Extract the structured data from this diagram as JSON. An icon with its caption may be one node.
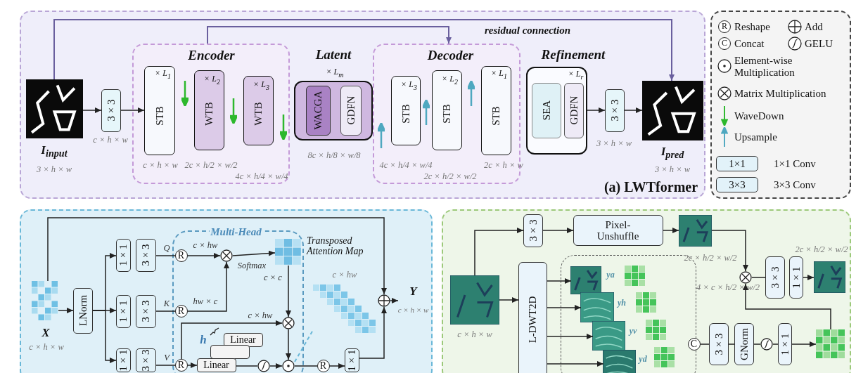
{
  "diagram": {
    "nodes": [
      {
        "text": [
          "(a) LWTformer"
        ]
      },
      {
        "text": [],
        "shape": "picture",
        "in": 0,
        "beside": [
          "I$_{input}$",
          "3 × h × w"
        ]
      },
      {
        "text": [
          "3×3"
        ],
        "in": 0,
        "beside": [
          "c × h × w"
        ]
      },
      {
        "text": [
          "Encoder"
        ],
        "in": 0
      },
      {
        "text": [
          "× L$_{1}$",
          "STB"
        ],
        "in": 3,
        "beside": [
          "c × h × w"
        ]
      },
      {
        "text": [
          "× L$_{2}$",
          "WTB"
        ],
        "in": 3,
        "beside": [
          "2c × h/2 × w/2"
        ]
      },
      {
        "text": [
          "× L$_{3}$",
          "WTB"
        ],
        "in": 3,
        "beside": [
          "4c × h/4 × w/4"
        ]
      },
      {
        "text": [
          "Latent",
          "× L$_{m}$"
        ],
        "in": 0,
        "beside": [
          "8c × h/8 × w/8"
        ]
      },
      {
        "text": [
          "WACGA"
        ],
        "in": 7
      },
      {
        "text": [
          "GDFN"
        ],
        "in": 7
      },
      {
        "text": [
          "Decoder"
        ],
        "in": 0
      },
      {
        "text": [
          "× L$_{3}$",
          "STB"
        ],
        "in": 10,
        "beside": [
          "4c × h/4 × w/4"
        ]
      },
      {
        "text": [
          "× L$_{2}$",
          "STB"
        ],
        "in": 10,
        "beside": [
          "2c × h/2 × w/2"
        ]
      },
      {
        "text": [
          "× L$_{1}$",
          "STB"
        ],
        "in": 10,
        "beside": [
          "2c × h × w"
        ]
      },
      {
        "text": [
          "Refinement",
          "× L$_{r}$"
        ],
        "in": 0
      },
      {
        "text": [
          "SEA"
        ],
        "in": 14
      },
      {
        "text": [
          "GDFN"
        ],
        "in": 14
      },
      {
        "text": [
          "3×3"
        ],
        "in": 0,
        "beside": [
          "3 × h × w"
        ]
      },
      {
        "text": [],
        "shape": "picture",
        "in": 0,
        "beside": [
          "I$_{pred}$",
          "3 × h × w"
        ]
      },
      {
        "text": [],
        "shape": "box"
      },
      {
        "text": [],
        "shape": "picture",
        "in": 19,
        "beside": [
          "X",
          "c × h × w"
        ]
      },
      {
        "text": [
          "LNorm"
        ],
        "in": 19
      },
      {
        "text": [
          "1×1"
        ],
        "in": 19
      },
      {
        "text": [
          "3×3"
        ],
        "in": 19
      },
      {
        "text": [
          "1×1"
        ],
        "in": 19
      },
      {
        "text": [
          "3×3"
        ],
        "in": 19
      },
      {
        "text": [
          "1×1"
        ],
        "in": 19
      },
      {
        "text": [
          "3×3"
        ],
        "in": 19
      },
      {
        "text": [
          "Multi-Head"
        ],
        "in": 19
      },
      {
        "text": [
          "R"
        ],
        "in": 28
      },
      {
        "text": [
          "R"
        ],
        "in": 28
      },
      {
        "text": [
          "R"
        ],
        "in": 28
      },
      {
        "text": [],
        "shape": "circle",
        "in": 28
      },
      {
        "text": [],
        "shape": "picture",
        "in": 28,
        "beside": [
          "Transposed Attention Map"
        ]
      },
      {
        "text": [],
        "shape": "circle",
        "in": 28
      },
      {
        "text": [
          "Linear"
        ],
        "in": 28
      },
      {
        "text": [],
        "shape": "box",
        "in": 28
      },
      {
        "text": [
          "Linear"
        ],
        "in": 28
      },
      {
        "text": [],
        "shape": "circle",
        "in": 28
      },
      {
        "text": [],
        "shape": "circle",
        "in": 28
      },
      {
        "text": [
          "R"
        ],
        "in": 19
      },
      {
        "text": [
          "1×1"
        ],
        "in": 19
      },
      {
        "text": [],
        "shape": "picture",
        "in": 19,
        "beside": [
          "c × hw"
        ]
      },
      {
        "text": [],
        "shape": "circle",
        "in": 19
      },
      {
        "text": [],
        "shape": "box"
      },
      {
        "text": [],
        "shape": "picture",
        "in": 44,
        "beside": [
          "c × h × w"
        ]
      },
      {
        "text": [
          "3×3"
        ],
        "in": 44
      },
      {
        "text": [
          "Pixel- Unshuffle"
        ],
        "in": 44
      },
      {
        "text": [],
        "shape": "picture",
        "in": 44,
        "beside": [
          "2c × h/2 × w/2"
        ]
      },
      {
        "text": [],
        "shape": "circle",
        "in": 44
      },
      {
        "text": [
          "3×3"
        ],
        "in": 44
      },
      {
        "text": [
          "1×1"
        ],
        "in": 44
      },
      {
        "text": [],
        "shape": "picture",
        "in": 44,
        "beside": [
          "2c × h/2 × w/2"
        ]
      },
      {
        "text": [
          "L-DWT2D"
        ],
        "in": 44
      },
      {
        "text": [],
        "shape": "box",
        "in": 44,
        "beside": [
          "4 × c × h/2 × w/2"
        ]
      },
      {
        "text": [],
        "shape": "picture",
        "in": 54,
        "beside": [
          "ya"
        ]
      },
      {
        "text": [],
        "shape": "picture",
        "in": 54,
        "beside": [
          "yh"
        ]
      },
      {
        "text": [],
        "shape": "picture",
        "in": 54,
        "beside": [
          "yv"
        ]
      },
      {
        "text": [],
        "shape": "picture",
        "in": 54,
        "beside": [
          "yd"
        ]
      },
      {
        "text": [
          "C"
        ],
        "in": 44
      },
      {
        "text": [
          "3×3"
        ],
        "in": 44
      },
      {
        "text": [
          "GNorm"
        ],
        "in": 44
      },
      {
        "text": [],
        "shape": "circle",
        "in": 44
      },
      {
        "text": [
          "1×1"
        ],
        "in": 44
      },
      {
        "text": [],
        "shape": "picture",
        "in": 44
      },
      {
        "text": [
          "Y",
          "c × h × w"
        ],
        "in": 19
      }
    ],
    "edges": [
      {
        "from": 1,
        "to": 2,
        "arrow": "to"
      },
      {
        "from": 2,
        "to": 4,
        "arrow": "to"
      },
      {
        "from": 14,
        "to": 17,
        "arrow": "to"
      },
      {
        "from": 17,
        "to": 18,
        "arrow": "to"
      },
      {
        "from": 1,
        "to": 18,
        "arrow": "to",
        "color": "#6a5f9e"
      },
      {
        "from": 3,
        "to": 10,
        "arrow": "to",
        "color": "#6a5f9e"
      },
      {
        "from": 20,
        "to": 43,
        "arrow": "to"
      },
      {
        "from": 20,
        "to": 21,
        "arrow": "to"
      },
      {
        "from": 21,
        "to": 22,
        "arrow": "to"
      },
      {
        "from": 21,
        "to": 24,
        "arrow": "to"
      },
      {
        "from": 21,
        "to": 26,
        "arrow": "to"
      },
      {
        "from": 23,
        "to": 29,
        "arrow": "none",
        "label": "Q"
      },
      {
        "from": 25,
        "to": 30,
        "arrow": "none",
        "label": "K"
      },
      {
        "from": 27,
        "to": 31,
        "arrow": "none",
        "label": "V"
      },
      {
        "from": 29,
        "to": 32,
        "arrow": "to",
        "label": "c × hw"
      },
      {
        "from": 30,
        "to": 32,
        "arrow": "to",
        "label": "hw × c"
      },
      {
        "from": 32,
        "to": 33,
        "arrow": "to",
        "label": "Softmax"
      },
      {
        "from": 33,
        "to": 34,
        "arrow": "to",
        "label": "c × c"
      },
      {
        "from": 31,
        "to": 34,
        "arrow": "to",
        "label": "c × hw"
      },
      {
        "from": 31,
        "to": 37,
        "arrow": "to"
      },
      {
        "from": 37,
        "to": 38,
        "arrow": "none"
      },
      {
        "from": 38,
        "to": 39,
        "arrow": "to"
      },
      {
        "from": 34,
        "to": 39,
        "arrow": "to"
      },
      {
        "from": 39,
        "to": 40,
        "arrow": "none"
      },
      {
        "from": 40,
        "to": 41,
        "arrow": "to"
      },
      {
        "from": 41,
        "to": 43,
        "arrow": "to"
      },
      {
        "from": 43,
        "to": 65,
        "arrow": "to"
      },
      {
        "from": 39,
        "to": 42,
        "arrow": "none",
        "style": "dashed",
        "color": "#6ab8d8"
      },
      {
        "from": 45,
        "to": 46,
        "arrow": "to"
      },
      {
        "from": 46,
        "to": 47,
        "arrow": "to"
      },
      {
        "from": 47,
        "to": 48,
        "arrow": "to"
      },
      {
        "from": 48,
        "to": 49,
        "arrow": "to"
      },
      {
        "from": 49,
        "to": 50,
        "arrow": "none"
      },
      {
        "from": 51,
        "to": 52,
        "arrow": "to"
      },
      {
        "from": 45,
        "to": 53,
        "arrow": "to"
      },
      {
        "from": 53,
        "to": 55,
        "arrow": "to"
      },
      {
        "from": 53,
        "to": 56,
        "arrow": "to"
      },
      {
        "from": 53,
        "to": 57,
        "arrow": "to"
      },
      {
        "from": 53,
        "to": 58,
        "arrow": "to"
      },
      {
        "from": 59,
        "to": 60,
        "arrow": "none"
      },
      {
        "from": 60,
        "to": 61,
        "arrow": "none"
      },
      {
        "from": 61,
        "to": 62,
        "arrow": "none"
      },
      {
        "from": 62,
        "to": 63,
        "arrow": "none"
      },
      {
        "from": 63,
        "to": 64,
        "arrow": "to"
      },
      {
        "from": 64,
        "to": 49,
        "arrow": "to"
      }
    ],
    "labels": [
      "residual connection",
      "R",
      "C",
      "1×1",
      "3×3",
      "h"
    ],
    "legend": [
      {
        "text": "Reshape"
      },
      {
        "text": "Add"
      },
      {
        "text": "Concat"
      },
      {
        "text": "GELU"
      },
      {
        "text": "Element-wise Multiplication"
      },
      {
        "text": "Matrix Multiplication"
      },
      {
        "text": "WaveDown"
      },
      {
        "text": "Upsample"
      },
      {
        "text": "1×1 Conv"
      },
      {
        "text": "3×3 Conv"
      }
    ]
  }
}
